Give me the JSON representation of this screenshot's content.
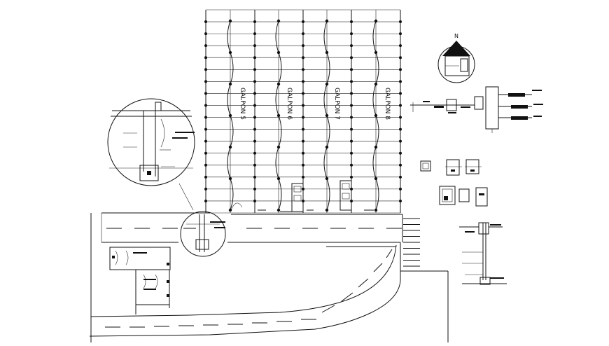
{
  "drawing": {
    "north_label": "N",
    "galpon_labels": [
      "GALPON 5",
      "GALPON 6",
      "GALPON 7",
      "GALPON 8"
    ]
  }
}
